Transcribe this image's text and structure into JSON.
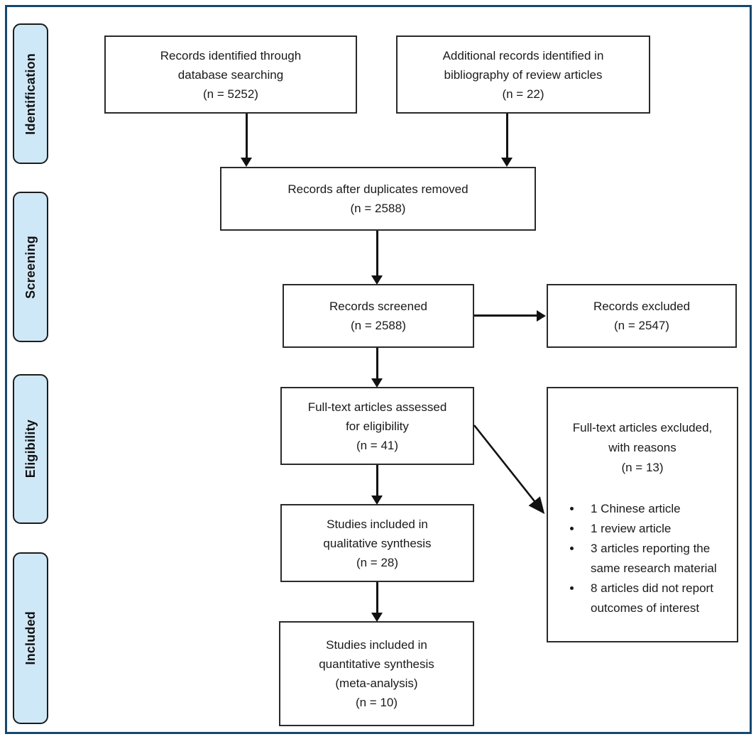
{
  "diagram": {
    "kind": "PRISMA flow diagram",
    "accent_border_color": "#17476f",
    "stage_fill_color": "#cfe8f7"
  },
  "stages": [
    {
      "label": "Identification"
    },
    {
      "label": "Screening"
    },
    {
      "label": "Eligibility"
    },
    {
      "label": "Included"
    }
  ],
  "boxes": {
    "identified_db": {
      "lines": [
        "Records identified through",
        "database searching",
        "(n = 5252)"
      ]
    },
    "identified_bib": {
      "lines": [
        "Additional records identified in",
        "bibliography of review articles",
        "(n = 22)"
      ]
    },
    "after_duplicates": {
      "lines": [
        "Records after duplicates removed",
        "(n = 2588)"
      ]
    },
    "screened": {
      "lines": [
        "Records screened",
        "(n = 2588)"
      ]
    },
    "excluded": {
      "lines": [
        "Records excluded",
        "(n = 2547)"
      ]
    },
    "fulltext_assessed": {
      "lines": [
        "Full-text articles assessed",
        "for eligibility",
        "(n = 41)"
      ]
    },
    "fulltext_excluded": {
      "header_lines": [
        "Full-text articles excluded,",
        "with reasons",
        "(n = 13)"
      ],
      "reasons": [
        "1 Chinese article",
        "1 review article",
        "3 articles reporting the same research material",
        "8 articles did not report outcomes of interest"
      ]
    },
    "qualitative_synthesis": {
      "lines": [
        "Studies included in",
        "qualitative synthesis",
        "(n = 28)"
      ]
    },
    "quantitative_synthesis": {
      "lines": [
        "Studies included in",
        "quantitative synthesis",
        "(meta-analysis)",
        "(n = 10)"
      ]
    }
  }
}
